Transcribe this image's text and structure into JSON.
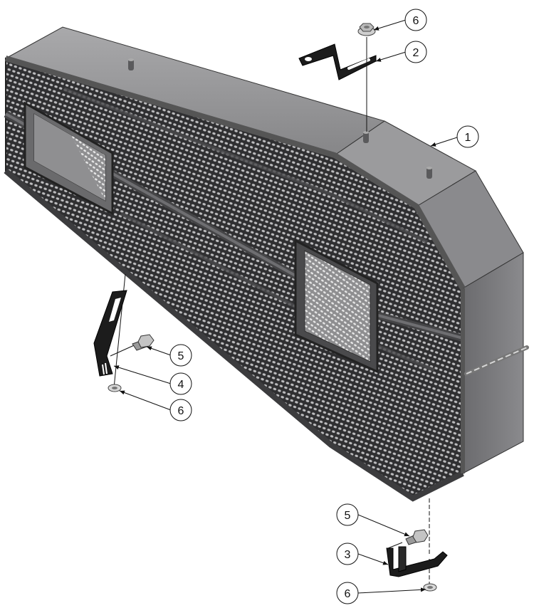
{
  "callouts": [
    {
      "id": "c1",
      "label": "1"
    },
    {
      "id": "c2",
      "label": "2"
    },
    {
      "id": "c6a",
      "label": "6"
    },
    {
      "id": "c5a",
      "label": "5"
    },
    {
      "id": "c4",
      "label": "4"
    },
    {
      "id": "c6b",
      "label": "6"
    },
    {
      "id": "c5b",
      "label": "5"
    },
    {
      "id": "c3",
      "label": "3"
    },
    {
      "id": "c6c",
      "label": "6"
    }
  ],
  "colors": {
    "panel_top": "#9a9a9c",
    "panel_face": "#7d7d80",
    "panel_dark": "#4d4d50",
    "mesh": "#3a3a3c",
    "bracket": "#1e1e1e",
    "leader": "#111111"
  }
}
